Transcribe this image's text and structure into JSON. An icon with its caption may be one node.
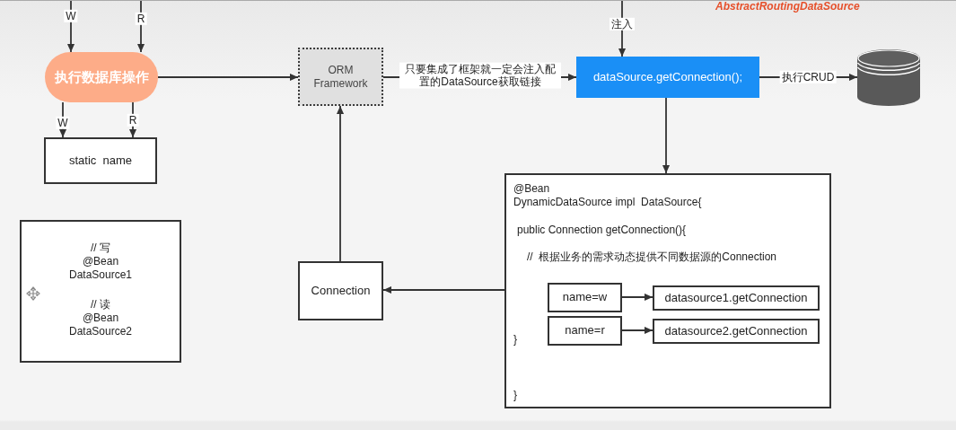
{
  "diagram": {
    "nodes": [
      {
        "text": [
          "执行数据库操作"
        ]
      },
      {
        "text": [
          "static  name"
        ]
      },
      {
        "text": [
          "ORM Framework"
        ]
      },
      {
        "text": [
          "dataSource.getConnection();"
        ]
      },
      {
        "text": [],
        "shape": "cylinder"
      },
      {
        "text": [
          "@Bean",
          "DynamicDataSource impl  DataSource{",
          "public Connection getConnection(){",
          "//  根据业务的需求动态提供不同数据源的Connection",
          "}",
          "}"
        ]
      },
      {
        "text": [
          "name=w"
        ],
        "in": 5
      },
      {
        "text": [
          "datasource1.getConnection"
        ],
        "in": 5
      },
      {
        "text": [
          "name=r"
        ],
        "in": 5
      },
      {
        "text": [
          "datasource2.getConnection"
        ],
        "in": 5
      },
      {
        "text": [
          "Connection"
        ]
      },
      {
        "text": [
          "// 写",
          "@Bean",
          "DataSource1",
          "// 读",
          "@Bean",
          "DataSource2"
        ]
      }
    ],
    "edges": [
      {
        "from": null,
        "to": 0,
        "arrow": "to",
        "label": "W"
      },
      {
        "from": null,
        "to": 0,
        "arrow": "to",
        "label": "R"
      },
      {
        "from": 0,
        "to": 1,
        "arrow": "to",
        "label": "W"
      },
      {
        "from": 0,
        "to": 1,
        "arrow": "to",
        "label": "R"
      },
      {
        "from": 0,
        "to": 2,
        "arrow": "to"
      },
      {
        "from": 2,
        "to": 3,
        "arrow": "to",
        "label": "只要集成了框架就一定会注入配置的DataSource获取链接"
      },
      {
        "from": null,
        "to": 3,
        "arrow": "to",
        "label": "注入"
      },
      {
        "from": 3,
        "to": 4,
        "arrow": "to",
        "label": "执行CRUD"
      },
      {
        "from": 3,
        "to": 5,
        "arrow": "to"
      },
      {
        "from": 5,
        "to": 10,
        "arrow": "to"
      },
      {
        "from": 10,
        "to": 2,
        "arrow": "to"
      },
      {
        "from": 6,
        "to": 7,
        "arrow": "to"
      },
      {
        "from": 8,
        "to": 9,
        "arrow": "to"
      }
    ],
    "labels": [
      "AbstractRoutingDataSource"
    ]
  }
}
